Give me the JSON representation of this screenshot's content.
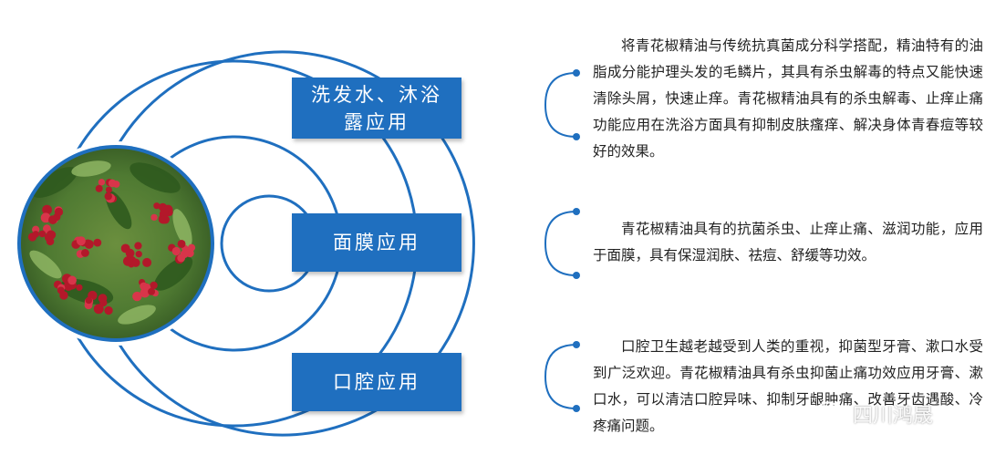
{
  "diagram": {
    "colors": {
      "ring": "#1f6fbf",
      "box": "#1f6fbf",
      "bracket": "#1f6fbf",
      "text": "#222222"
    },
    "image_icon": "sichuan-peppercorn-photo"
  },
  "sections": [
    {
      "label_line1": "洗发水、沐浴",
      "label_line2": "露应用",
      "description": "将青花椒精油与传统抗真菌成分科学搭配，精油特有的油脂成分能护理头发的毛鳞片，其具有杀虫解毒的特点又能快速清除头屑，快速止痒。青花椒精油具有的杀虫解毒、止痒止痛功能应用在洗浴方面具有抑制皮肤瘙痒、解决身体青春痘等较好的效果。"
    },
    {
      "label_line1": "面膜应用",
      "description": "青花椒精油具有的抗菌杀虫、止痒止痛、滋润功能，应用于面膜，具有保湿润肤、祛痘、舒缓等功效。"
    },
    {
      "label_line1": "口腔应用",
      "description": "口腔卫生越老越受到人类的重视，抑菌型牙膏、漱口水受到广泛欢迎。青花椒精油具有杀虫抑菌止痛功效应用牙膏、漱口水，可以清洁口腔异味、抑制牙龈肿痛、改善牙齿遇酸、冷疼痛问题。"
    }
  ],
  "watermark": {
    "text": "四川鸿晟",
    "icon": "wechat-icon"
  }
}
